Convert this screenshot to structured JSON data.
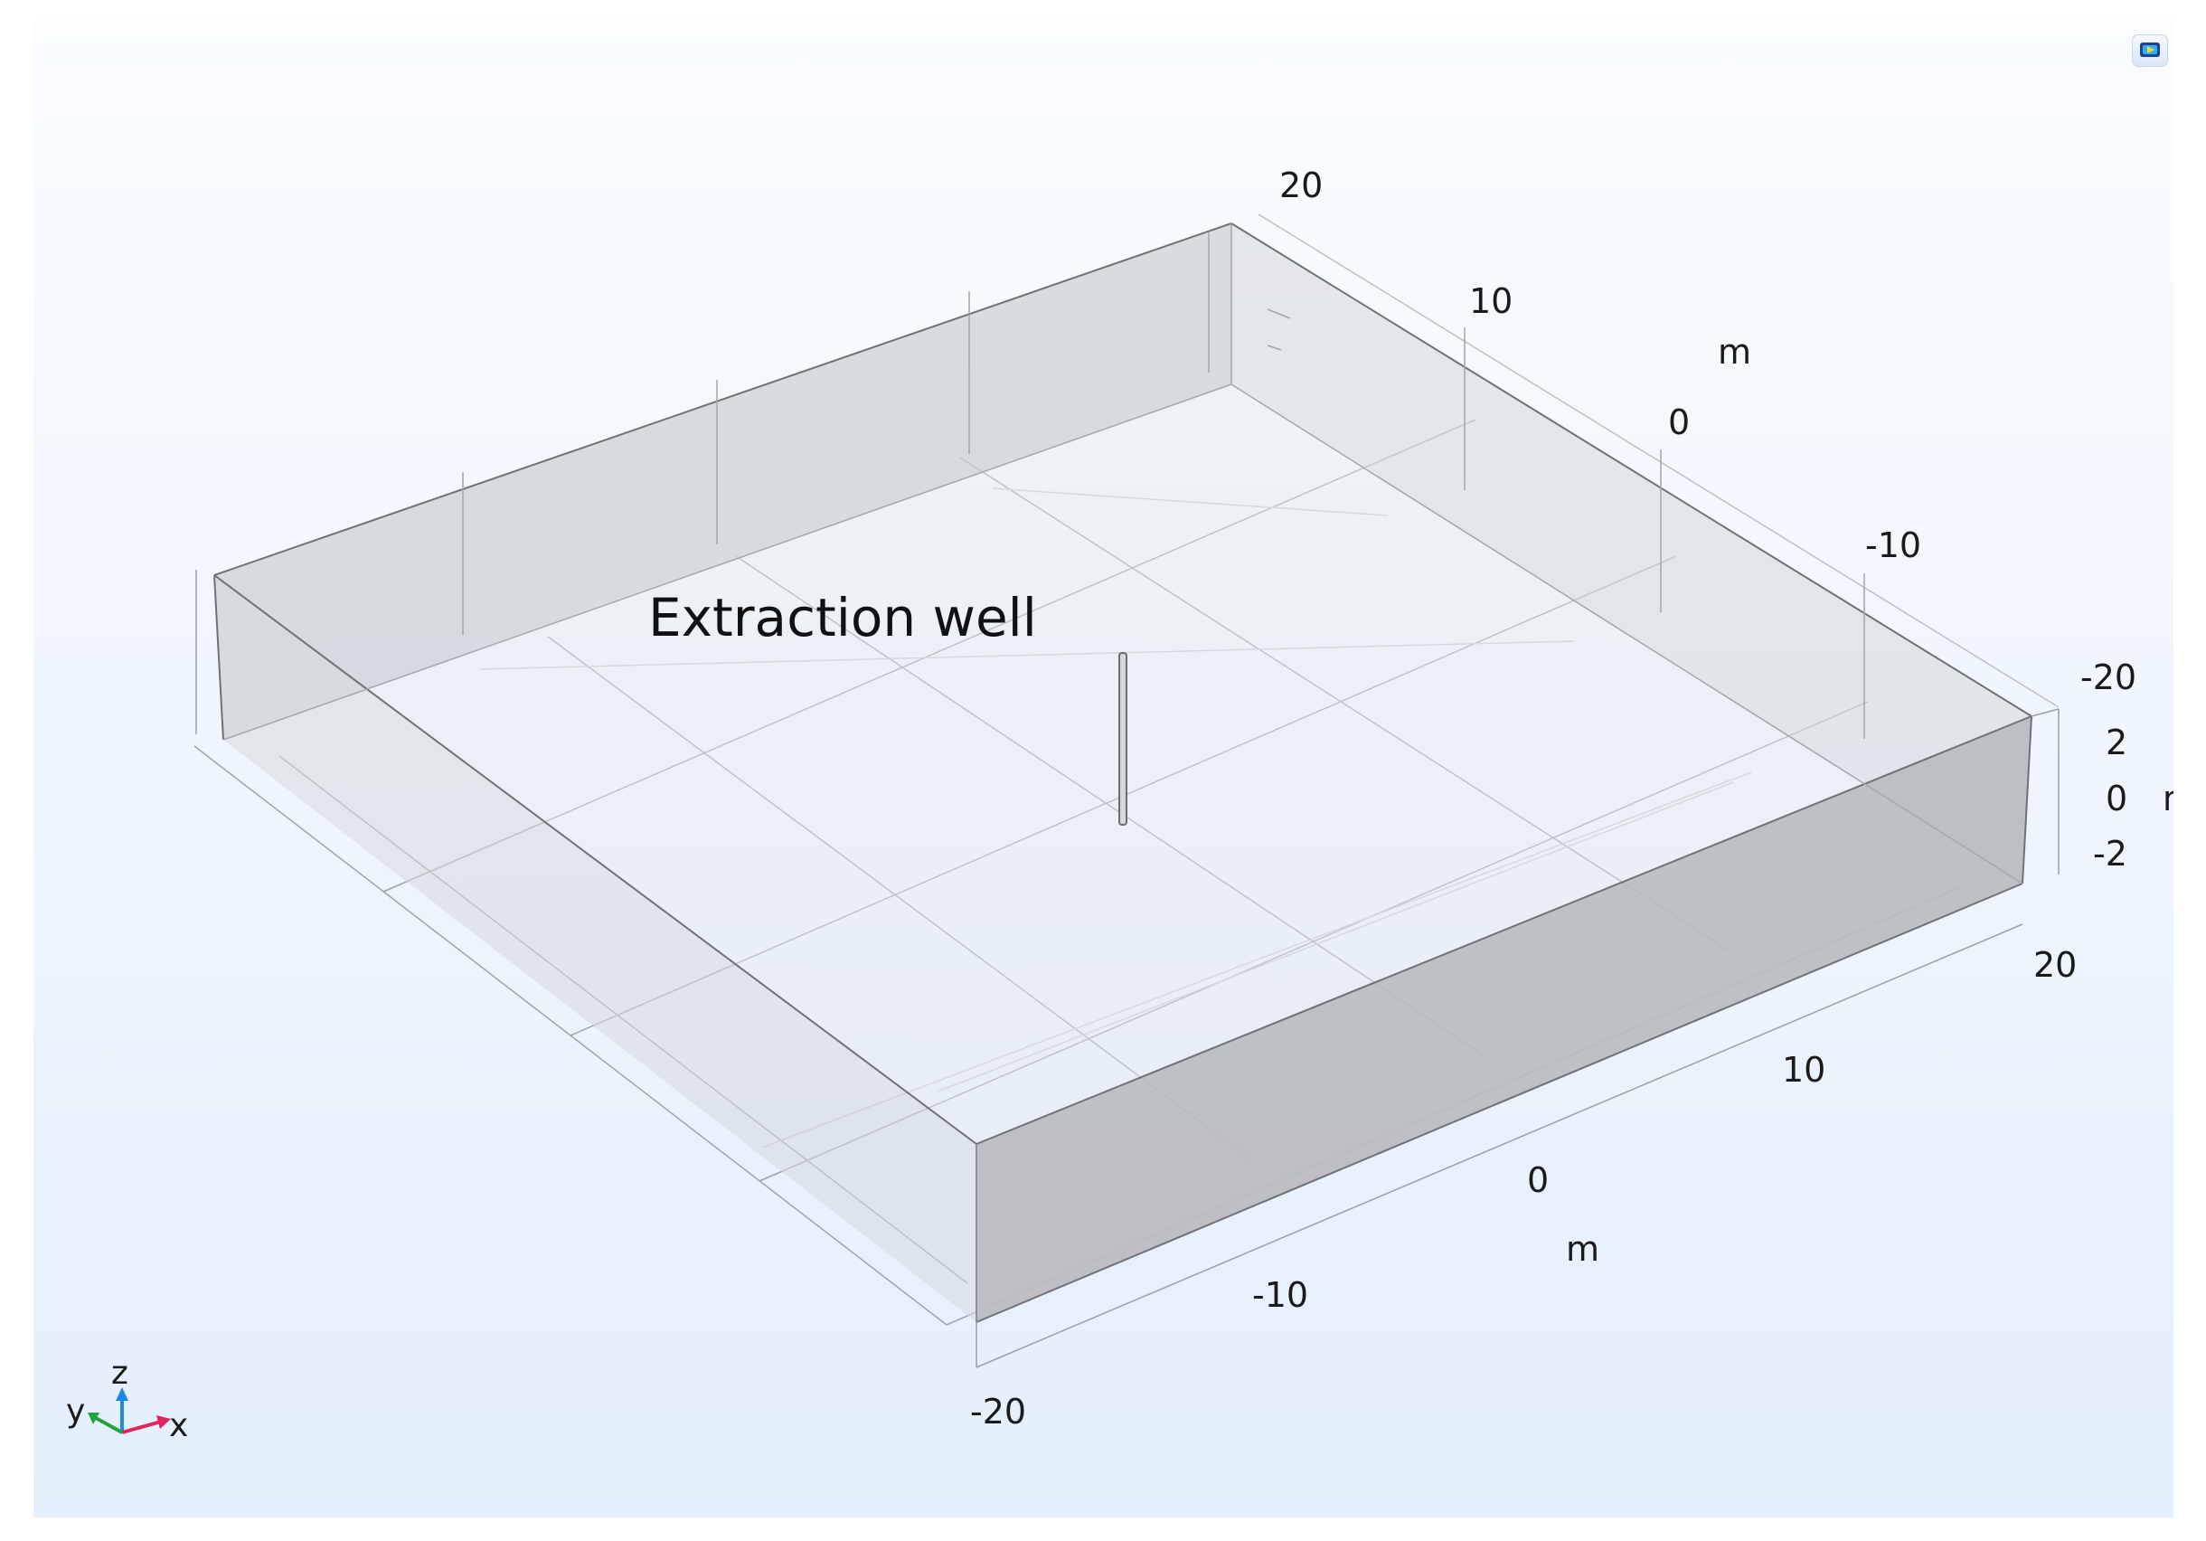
{
  "graphics": {
    "annotation": "Extraction well",
    "unit": "m",
    "x_ticks": [
      "-20",
      "-10",
      "0",
      "10",
      "20"
    ],
    "y_ticks": [
      "20",
      "10",
      "0",
      "-10",
      "-20"
    ],
    "z_ticks": [
      "2",
      "0",
      "-2"
    ],
    "triad": {
      "x": "x",
      "y": "y",
      "z": "z"
    },
    "toolbar_icon": "screenshot-icon"
  },
  "colors": {
    "background_top": "#fbfdff",
    "background_bottom": "#e3effc",
    "block_fill": "#b9bbbf",
    "triad_x": "#e0245e",
    "triad_y": "#20a43c",
    "triad_z": "#1e88e5"
  }
}
